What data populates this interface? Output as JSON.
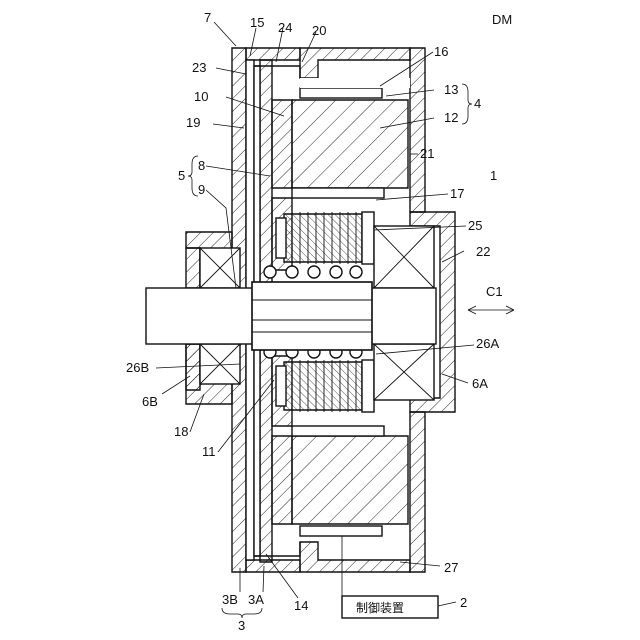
{
  "diagram": {
    "labels": {
      "dm": "DM",
      "n7": "7",
      "n15": "15",
      "n24": "24",
      "n20": "20",
      "n16": "16",
      "n23": "23",
      "n13": "13",
      "n4": "4",
      "n10": "10",
      "n12": "12",
      "n19": "19",
      "n21": "21",
      "n8": "8",
      "n5": "5",
      "n1": "1",
      "n9": "9",
      "n17": "17",
      "n25": "25",
      "n22": "22",
      "c1": "C1",
      "n26A": "26A",
      "n26B": "26B",
      "n6A": "6A",
      "n6B": "6B",
      "n18": "18",
      "n11": "11",
      "n27": "27",
      "n3B": "3B",
      "n3A": "3A",
      "n14": "14",
      "n3": "3",
      "n2": "2",
      "control_device": "制御装置"
    }
  }
}
